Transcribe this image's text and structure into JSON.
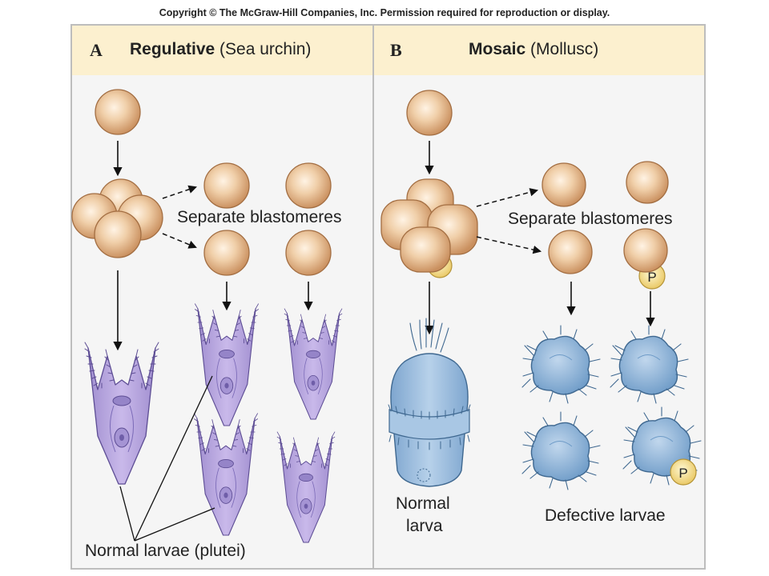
{
  "copyright": "Copyright © The McGraw-Hill Companies, Inc. Permission required for reproduction or display.",
  "panel_a": {
    "letter": "A",
    "title_bold": "Regulative",
    "title_rest": "(Sea urchin)",
    "separate_label": "Separate blastomeres",
    "larvae_label": "Normal larvae (plutei)"
  },
  "panel_b": {
    "letter": "B",
    "title_bold": "Mosaic",
    "title_rest": "(Mollusc)",
    "separate_label": "Separate blastomeres",
    "normal_label_line1": "Normal",
    "normal_label_line2": "larva",
    "defective_label": "Defective larvae",
    "polar_lobe_marker": "P"
  },
  "colors": {
    "cell": "#e4b98e",
    "cell_highlight": "#fff2e2",
    "polar_lobe": "#f3dc7e",
    "pluteus": "#b9a6de",
    "mollusc_larva": "#93b8d9",
    "header_bg": "#fcf0cf"
  }
}
